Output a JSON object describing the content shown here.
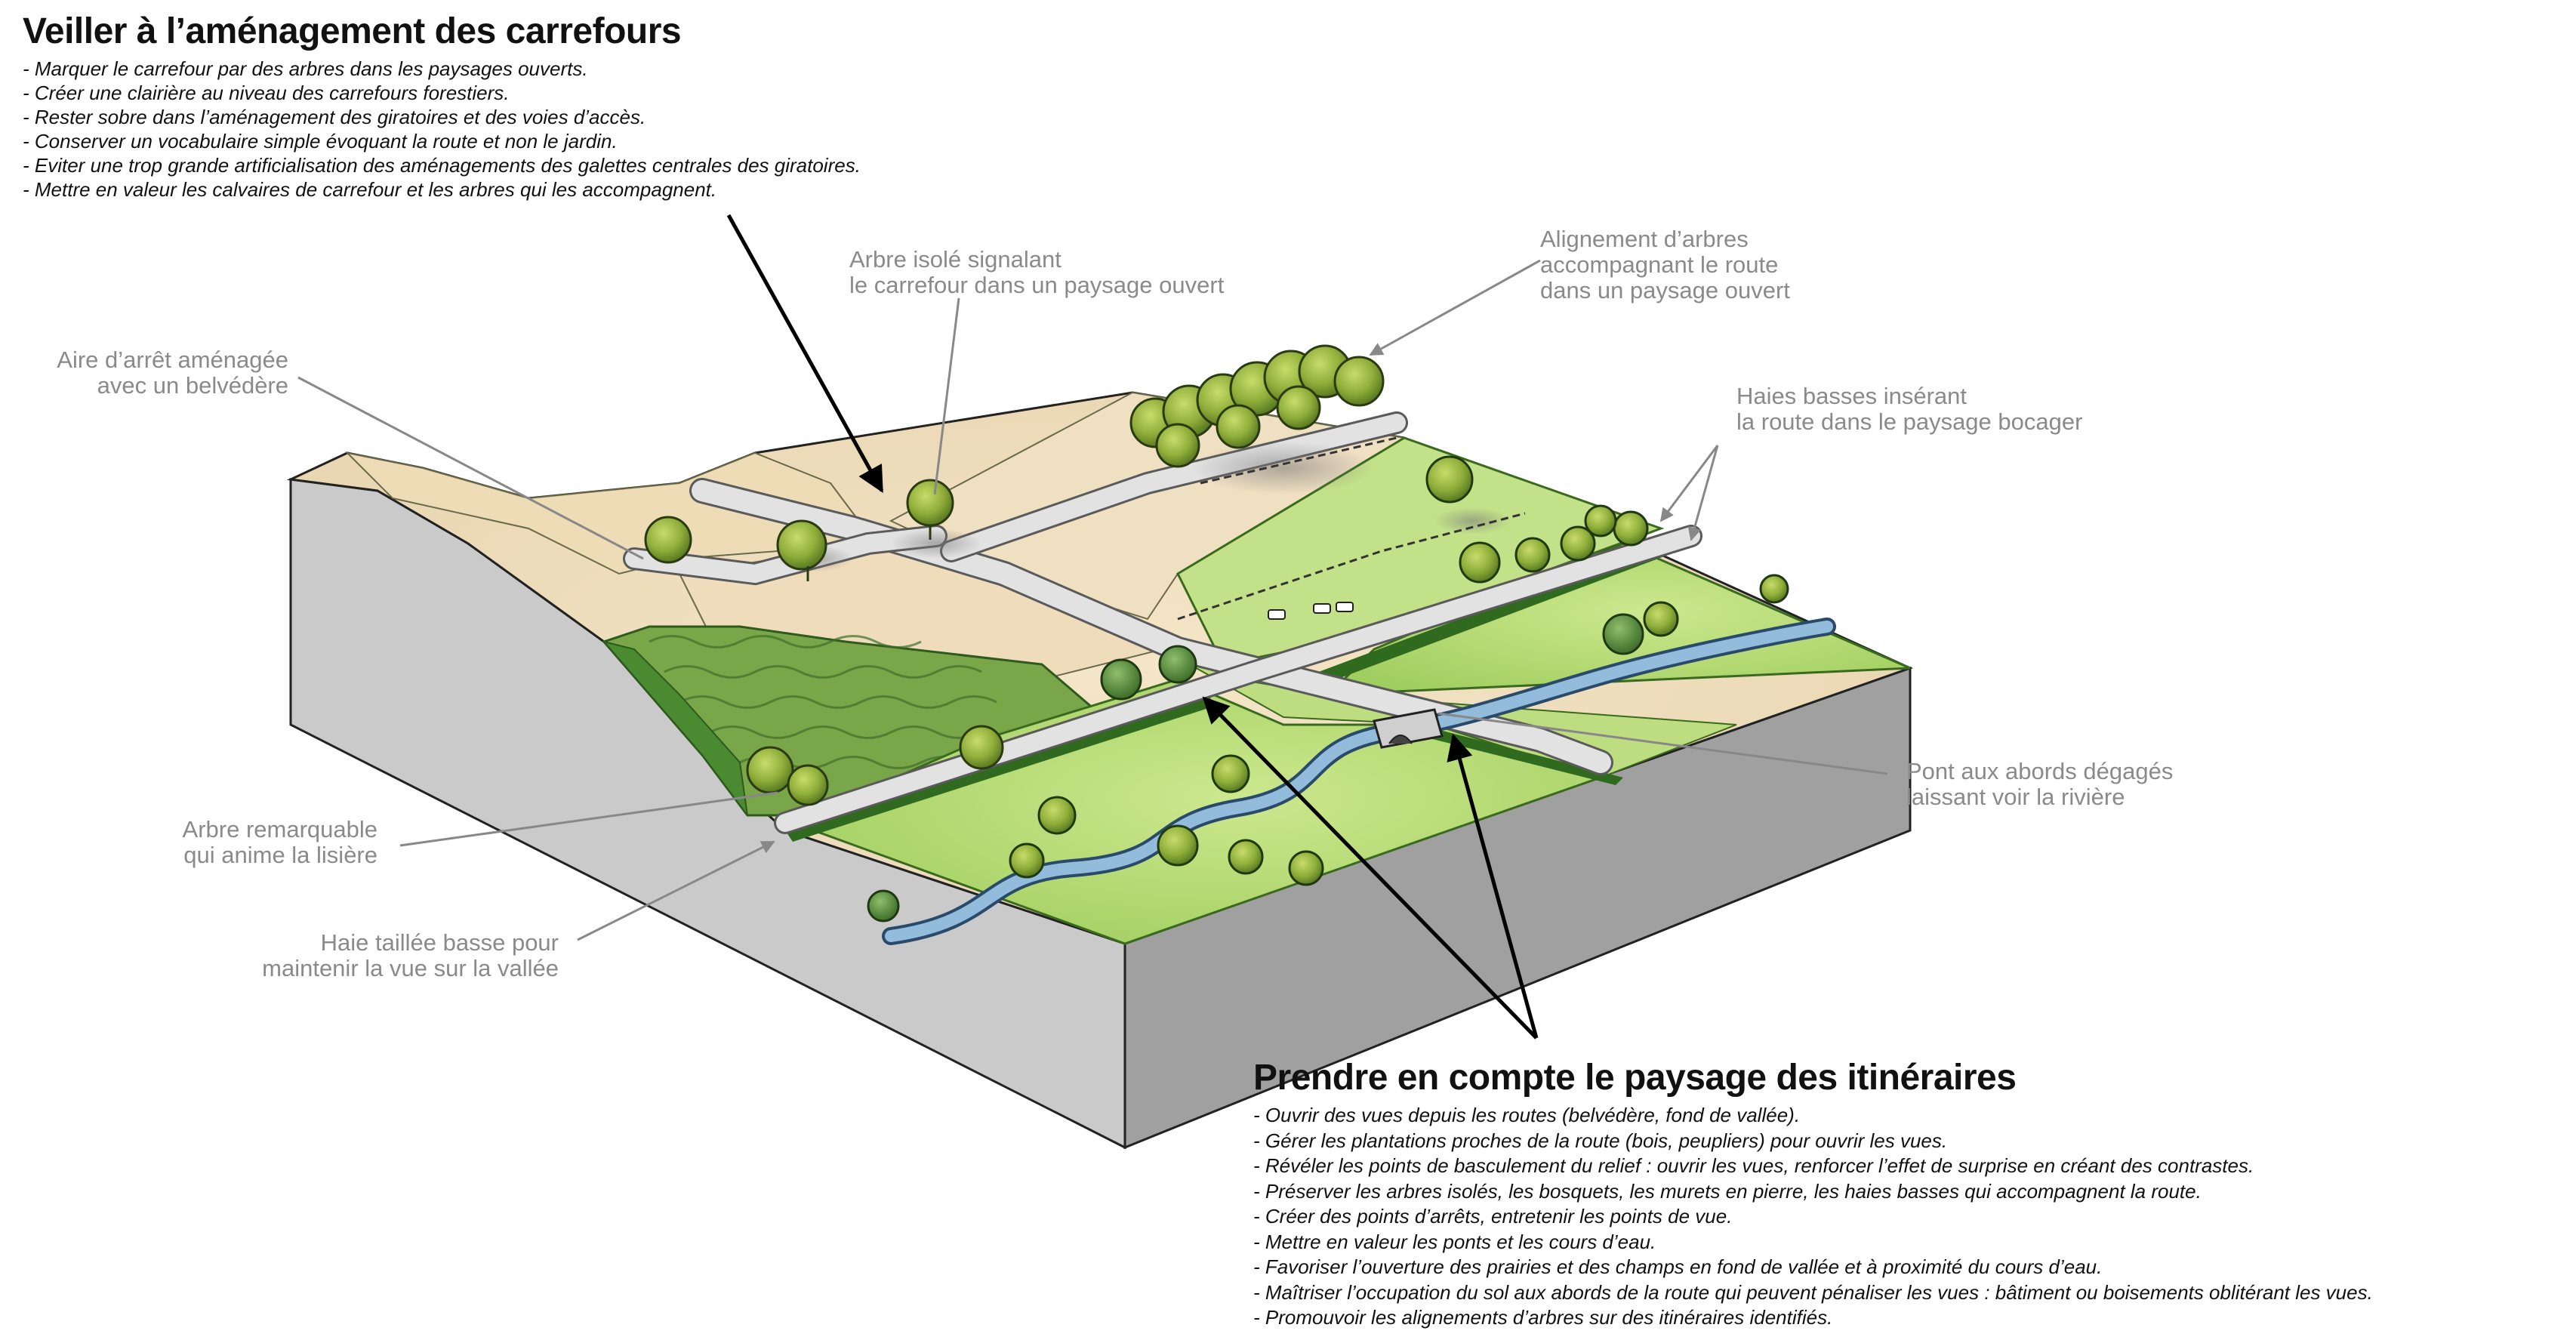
{
  "top_block": {
    "title": "Veiller à l’aménagement des carrefours",
    "items": [
      "- Marquer le carrefour par des arbres dans les paysages ouverts.",
      "- Créer une clairière au niveau des carrefours forestiers.",
      "- Rester sobre dans l’aménagement des giratoires et des voies d’accès.",
      "- Conserver un vocabulaire simple évoquant la route et non le jardin.",
      "- Eviter une trop grande artificialisation des aménagements des galettes centrales des giratoires.",
      "- Mettre en valeur les calvaires de carrefour et les arbres qui les accompagnent."
    ]
  },
  "bottom_block": {
    "title": "Prendre en compte le paysage des itinéraires",
    "items": [
      "- Ouvrir des vues depuis les routes (belvédère, fond de vallée).",
      "- Gérer les plantations proches de la route (bois, peupliers) pour ouvrir les vues.",
      "- Révéler les points de basculement du relief : ouvrir les vues, renforcer l’effet de surprise en créant des contrastes.",
      "- Préserver les arbres isolés, les bosquets, les murets en pierre, les haies basses qui accompagnent la route.",
      "- Créer des points d’arrêts, entretenir les points de vue.",
      "- Mettre en valeur les ponts et les cours d’eau.",
      "- Favoriser l’ouverture des prairies et des champs en fond de vallée et à proximité du cours d’eau.",
      "- Maîtriser l’occupation du sol aux abords de la route qui peuvent pénaliser les vues : bâtiment ou boisements oblitérant les vues.",
      "- Promouvoir les alignements d’arbres sur des itinéraires identifiés."
    ]
  },
  "annotations": {
    "aire_arret": [
      "Aire d’arrêt aménagée",
      "avec un belvédère"
    ],
    "arbre_isole": [
      "Arbre isolé signalant",
      "le carrefour dans un paysage ouvert"
    ],
    "alignement": [
      "Alignement d’arbres",
      "accompagnant le route",
      "dans un paysage ouvert"
    ],
    "haies_basses": [
      "Haies basses insérant",
      "la route dans le paysage bocager"
    ],
    "pont": [
      "Pont aux abords dégagés",
      "laissant voir la rivière"
    ],
    "arbre_remarquable": [
      "Arbre remarquable",
      "qui anime la lisière"
    ],
    "haie_taillee": [
      "Haie taillée basse pour",
      "maintenir la vue sur la vallée"
    ]
  },
  "colors": {
    "annotation_text": "#8a8a8a",
    "heading_text": "#111111",
    "block_side": "#c8c8c8",
    "block_front": "#9e9e9e",
    "field_beige": "#eddcbc",
    "meadow_green": "#b8dc7a",
    "forest_green": "#4f8f33",
    "road_grey": "#dcdcdc",
    "river_blue": "#8fb6d6"
  }
}
